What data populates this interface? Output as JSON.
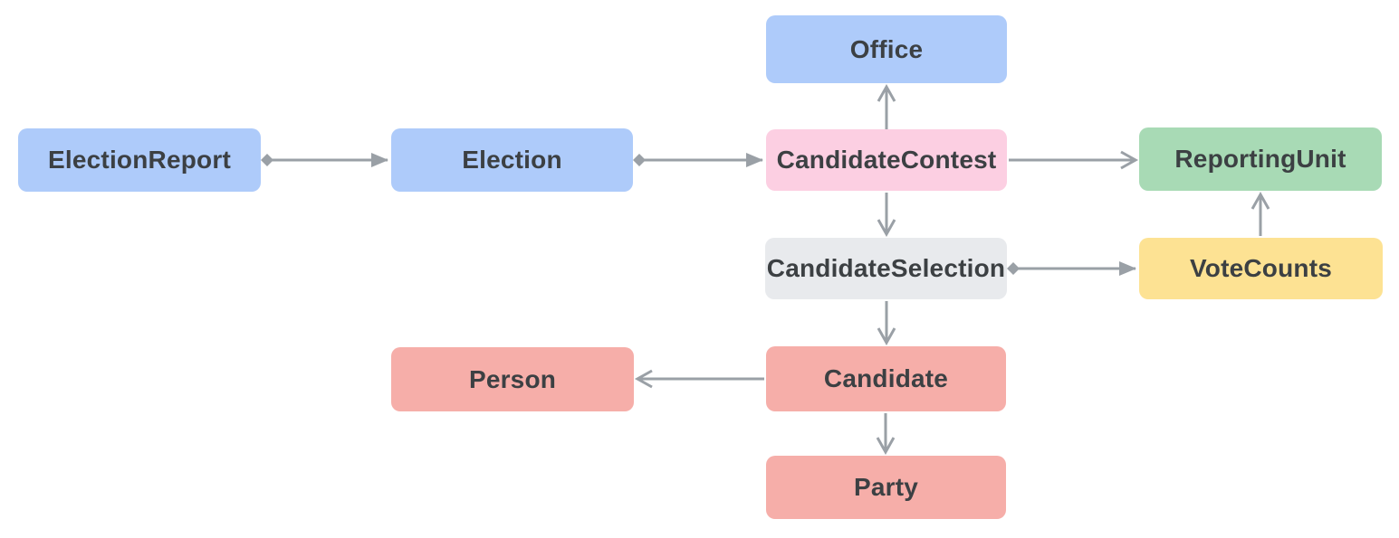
{
  "diagram": {
    "background_color": "#ffffff",
    "arrow_color": "#9aa0a6",
    "text_color": "#3c4043",
    "nodes": [
      {
        "label": "ElectionReport",
        "color": "#aecbfa"
      },
      {
        "label": "Election",
        "color": "#aecbfa"
      },
      {
        "label": "Office",
        "color": "#aecbfa"
      },
      {
        "label": "CandidateContest",
        "color": "#fccfe2"
      },
      {
        "label": "ReportingUnit",
        "color": "#a8dab5"
      },
      {
        "label": "CandidateSelection",
        "color": "#e8eaed"
      },
      {
        "label": "VoteCounts",
        "color": "#fde293"
      },
      {
        "label": "Candidate",
        "color": "#f6aea9"
      },
      {
        "label": "Person",
        "color": "#f6aea9"
      },
      {
        "label": "Party",
        "color": "#f6aea9"
      }
    ],
    "edges": [
      {
        "from": "ElectionReport",
        "to": "Election",
        "connector": "diamond-source-filled-arrow"
      },
      {
        "from": "Election",
        "to": "CandidateContest",
        "connector": "diamond-source-filled-arrow"
      },
      {
        "from": "CandidateContest",
        "to": "Office",
        "connector": "open-arrow"
      },
      {
        "from": "CandidateContest",
        "to": "ReportingUnit",
        "connector": "open-arrow"
      },
      {
        "from": "CandidateContest",
        "to": "CandidateSelection",
        "connector": "open-arrow"
      },
      {
        "from": "CandidateSelection",
        "to": "VoteCounts",
        "connector": "diamond-source-filled-arrow"
      },
      {
        "from": "VoteCounts",
        "to": "ReportingUnit",
        "connector": "open-arrow"
      },
      {
        "from": "CandidateSelection",
        "to": "Candidate",
        "connector": "open-arrow"
      },
      {
        "from": "Candidate",
        "to": "Person",
        "connector": "open-arrow"
      },
      {
        "from": "Candidate",
        "to": "Party",
        "connector": "open-arrow"
      }
    ]
  }
}
